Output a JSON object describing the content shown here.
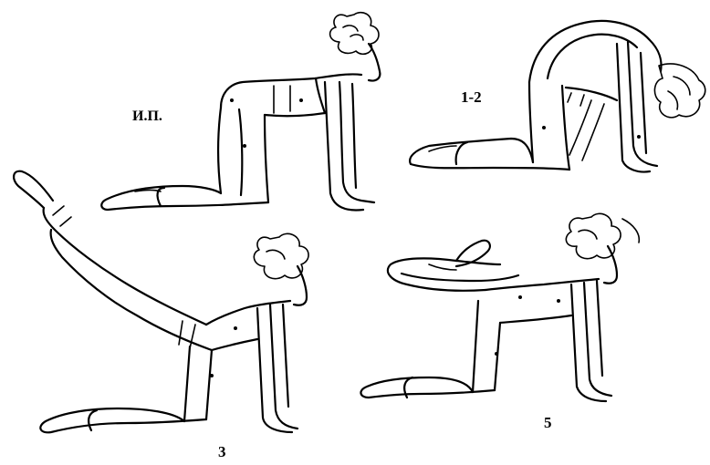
{
  "labels": {
    "ip": "И.П.",
    "one_two": "1-2",
    "three": "3",
    "five": "5"
  },
  "colors": {
    "ink": "#000000",
    "paper": "#ffffff"
  }
}
